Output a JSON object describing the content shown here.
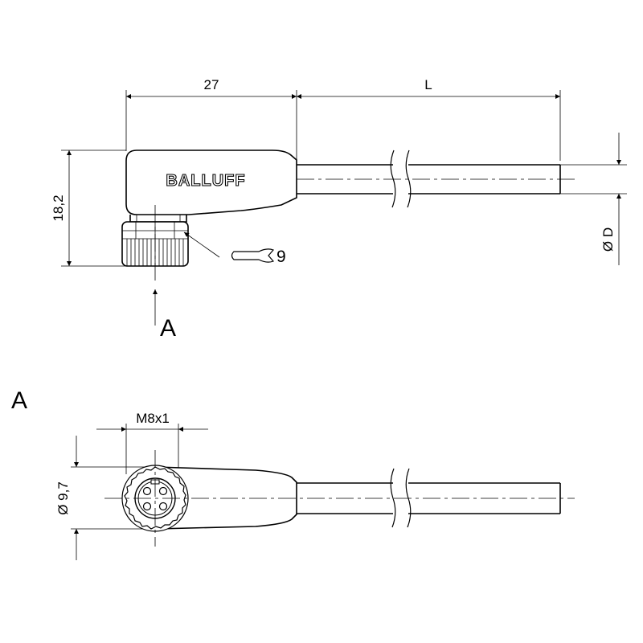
{
  "brand": {
    "logo_text": "BALLUFF"
  },
  "side_view": {
    "dim_length_connector": "27",
    "dim_length_cable": "L",
    "dim_height": "18,2",
    "dim_cable_diameter": "Ø D",
    "wrench_size": "9",
    "view_marker": "A"
  },
  "view_a": {
    "title": "A",
    "dim_thread": "M8x1",
    "dim_diameter": "Ø 9,7"
  },
  "icons": {
    "wrench": "wrench-icon",
    "dimension_arrow": "arrowhead-icon"
  }
}
